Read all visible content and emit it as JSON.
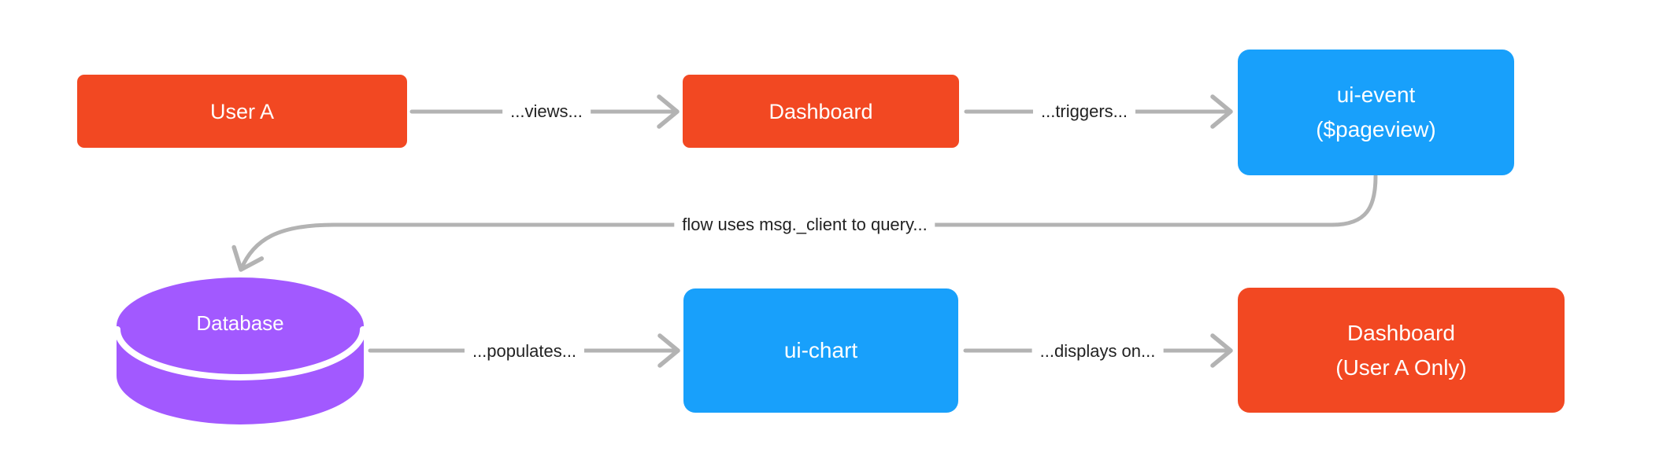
{
  "diagram": {
    "colors": {
      "red": "#F24822",
      "blue": "#18A0FB",
      "purple": "#A259FF",
      "connector": "#B3B3B3",
      "cylinder_stripe": "#FFFFFF",
      "label_text": "#222222"
    },
    "nodes": {
      "user_a": {
        "label": "User A"
      },
      "dashboard": {
        "label": "Dashboard"
      },
      "ui_event": {
        "label": "ui-event",
        "sublabel": "($pageview)"
      },
      "database": {
        "label": "Database"
      },
      "ui_chart": {
        "label": "ui-chart"
      },
      "dashboard_user_a": {
        "label": "Dashboard",
        "sublabel": "(User A Only)"
      }
    },
    "connectors": {
      "views": {
        "label": "...views..."
      },
      "triggers": {
        "label": "...triggers..."
      },
      "flow": {
        "label": "flow uses msg._client to query..."
      },
      "populates": {
        "label": "...populates..."
      },
      "displays": {
        "label": "...displays on..."
      }
    }
  }
}
